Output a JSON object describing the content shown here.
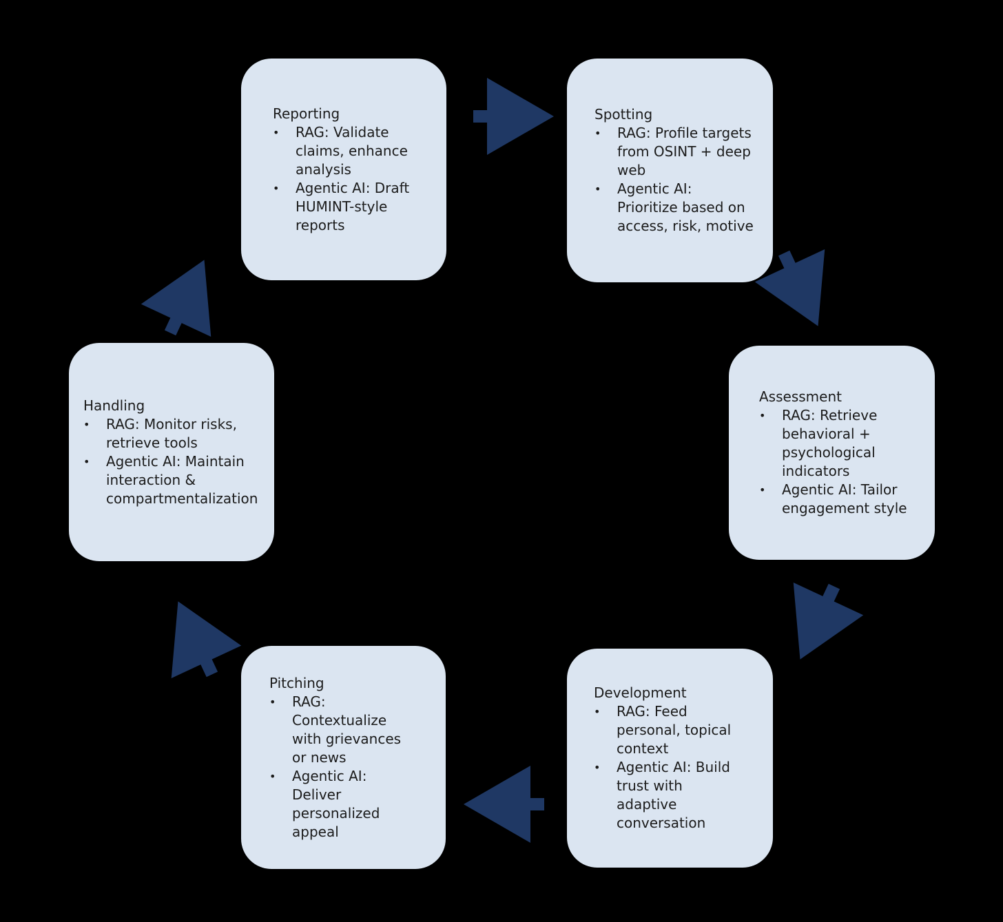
{
  "diagram": {
    "colors": {
      "background": "#000000",
      "box_fill": "#dbe5f1",
      "arrow": "#1f3864",
      "text": "#1b1b1b"
    },
    "bullet_char": "•",
    "stages": [
      {
        "title": "Reporting",
        "bullets": [
          "RAG: Validate claims, enhance analysis",
          "Agentic AI: Draft HUMINT-style reports"
        ]
      },
      {
        "title": "Spotting",
        "bullets": [
          "RAG: Profile targets from OSINT + deep web",
          "Agentic AI: Prioritize based on access, risk, motive"
        ]
      },
      {
        "title": "Assessment",
        "bullets": [
          "RAG: Retrieve behavioral + psychological indicators",
          "Agentic AI: Tailor engagement style"
        ]
      },
      {
        "title": "Development",
        "bullets": [
          "RAG: Feed personal, topical context",
          "Agentic AI: Build trust with adaptive conversation"
        ]
      },
      {
        "title": "Pitching",
        "bullets": [
          "RAG: Contextualize with grievances or news",
          "Agentic AI: Deliver personalized appeal"
        ]
      },
      {
        "title": "Handling",
        "bullets": [
          "RAG: Monitor risks, retrieve tools",
          "Agentic AI: Maintain interaction & compartmentalization"
        ]
      }
    ],
    "arrows": [
      {
        "from": "Reporting",
        "to": "Spotting"
      },
      {
        "from": "Spotting",
        "to": "Assessment"
      },
      {
        "from": "Assessment",
        "to": "Development"
      },
      {
        "from": "Development",
        "to": "Pitching"
      },
      {
        "from": "Pitching",
        "to": "Handling"
      },
      {
        "from": "Handling",
        "to": "Reporting"
      }
    ]
  }
}
